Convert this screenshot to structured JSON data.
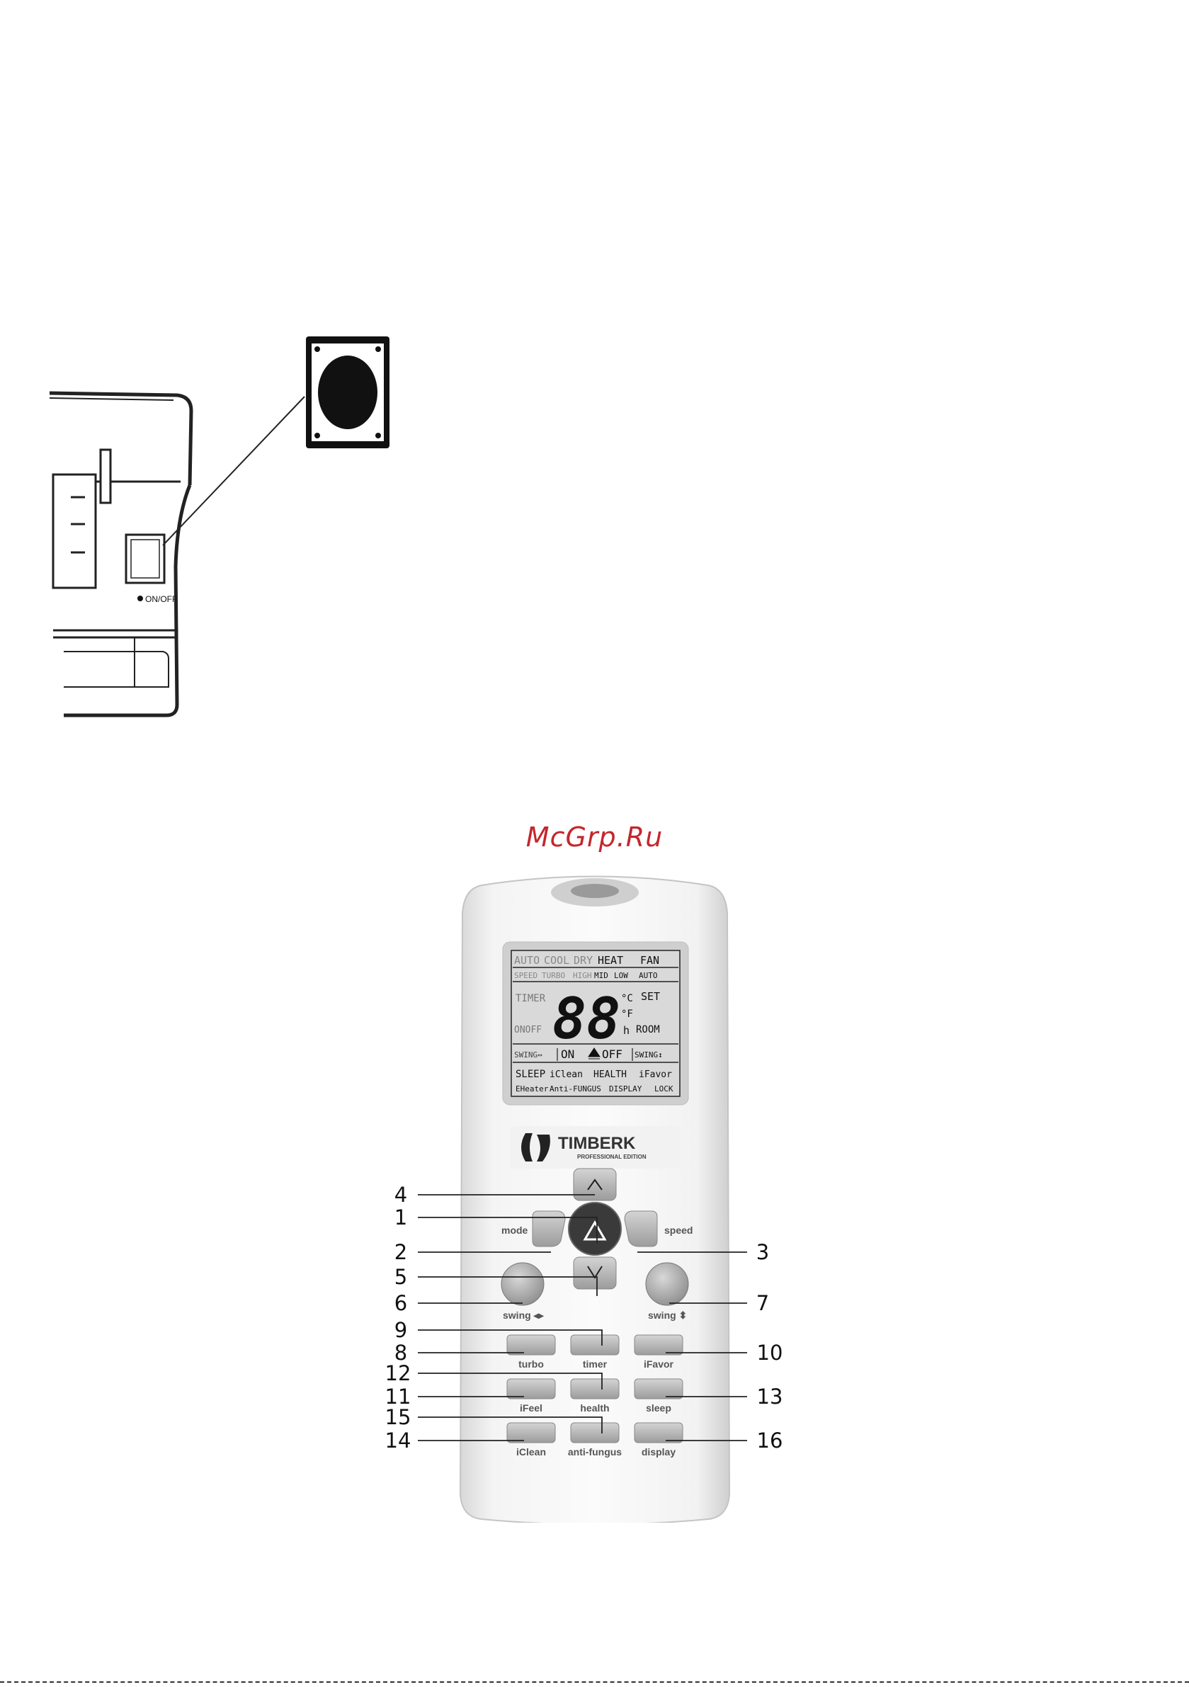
{
  "unit": {
    "onoff_label": "ON/OFF"
  },
  "watermark": "McGrp.Ru",
  "lcd": {
    "row1": [
      "AUTO",
      "COOL",
      "DRY",
      "HEAT",
      "FAN"
    ],
    "row2": [
      "SPEED",
      "TURBO",
      "HIGH",
      "MID",
      "LOW",
      "AUTO"
    ],
    "timer": "TIMER",
    "onoff": "ONOFF",
    "digits": "88",
    "celsius": "°C",
    "fahrenheit": "°F",
    "hours": "h",
    "set": "SET",
    "room": "ROOM",
    "swing_left": "SWING↔",
    "on": "ON",
    "off": "OFF",
    "swing_right": "SWING↕",
    "row5": [
      "SLEEP",
      "iClean",
      "HEALTH",
      "iFavor"
    ],
    "row6": [
      "EHeater",
      "Anti-FUNGUS",
      "DISPLAY",
      "LOCK"
    ]
  },
  "brand": {
    "name": "TIMBERK",
    "edition": "PROFESSIONAL EDITION"
  },
  "buttons": {
    "mode": "mode",
    "speed": "speed",
    "swing_h": "swing ◂▸",
    "swing_v": "swing ⬍",
    "turbo": "turbo",
    "timer": "timer",
    "ifavor": "iFavor",
    "ifeel": "iFeel",
    "health": "health",
    "sleep": "sleep",
    "iclean": "iClean",
    "antifungus": "anti-fungus",
    "display": "display"
  },
  "callouts": {
    "n1": "1",
    "n2": "2",
    "n3": "3",
    "n4": "4",
    "n5": "5",
    "n6": "6",
    "n7": "7",
    "n8": "8",
    "n9": "9",
    "n10": "10",
    "n11": "11",
    "n12": "12",
    "n13": "13",
    "n14": "14",
    "n15": "15",
    "n16": "16"
  }
}
